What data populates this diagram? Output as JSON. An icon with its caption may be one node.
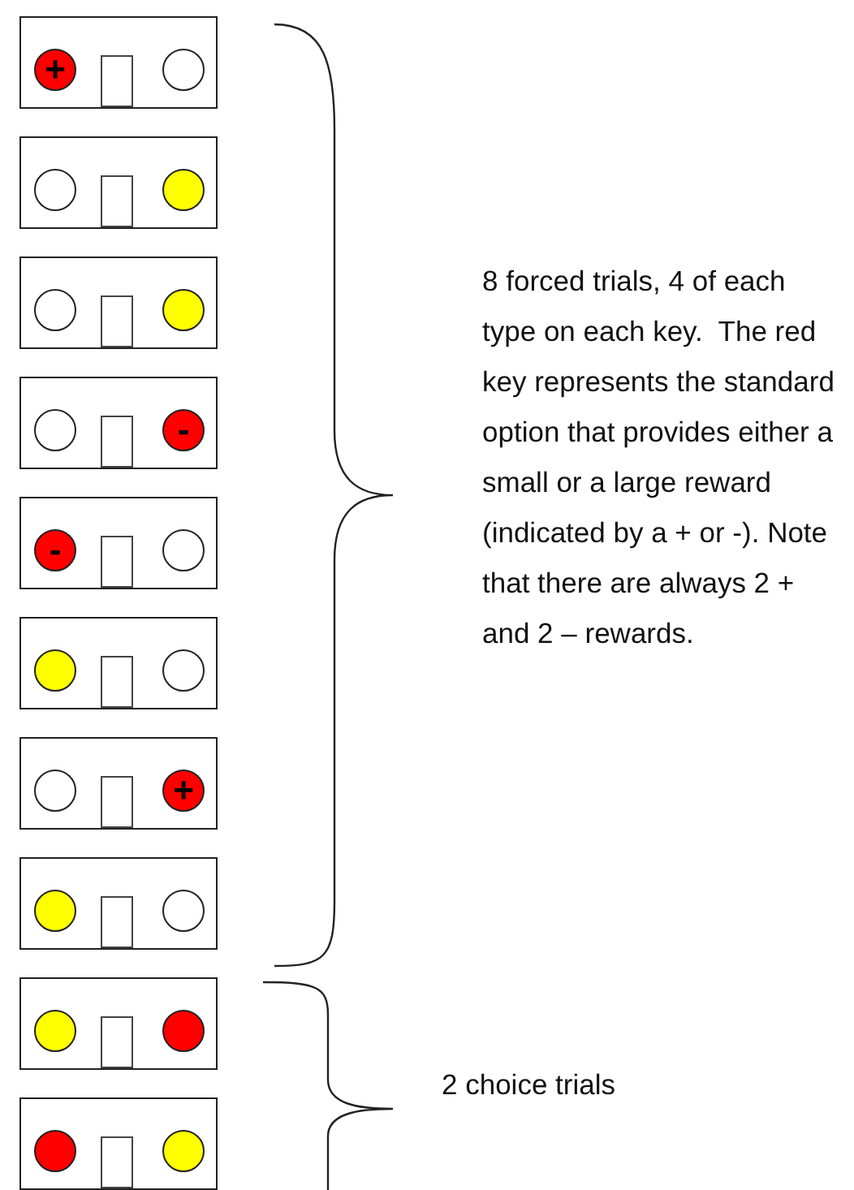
{
  "diagram": {
    "nodes": [
      {
        "text": [],
        "shape": "box"
      },
      {
        "text": [
          "+"
        ],
        "in": 0
      },
      {
        "text": [],
        "shape": "bar",
        "in": 0
      },
      {
        "text": [],
        "shape": "circle",
        "in": 0
      },
      {
        "text": [],
        "shape": "box"
      },
      {
        "text": [],
        "shape": "circle",
        "in": 4
      },
      {
        "text": [],
        "shape": "bar",
        "in": 4
      },
      {
        "text": [],
        "shape": "circle",
        "in": 4
      },
      {
        "text": [],
        "shape": "box"
      },
      {
        "text": [],
        "shape": "circle",
        "in": 8
      },
      {
        "text": [],
        "shape": "bar",
        "in": 8
      },
      {
        "text": [],
        "shape": "circle",
        "in": 8
      },
      {
        "text": [],
        "shape": "box"
      },
      {
        "text": [],
        "shape": "circle",
        "in": 12
      },
      {
        "text": [],
        "shape": "bar",
        "in": 12
      },
      {
        "text": [
          "-"
        ],
        "in": 12
      },
      {
        "text": [],
        "shape": "box"
      },
      {
        "text": [
          "-"
        ],
        "in": 16
      },
      {
        "text": [],
        "shape": "bar",
        "in": 16
      },
      {
        "text": [],
        "shape": "circle",
        "in": 16
      },
      {
        "text": [],
        "shape": "box"
      },
      {
        "text": [],
        "shape": "circle",
        "in": 20
      },
      {
        "text": [],
        "shape": "bar",
        "in": 20
      },
      {
        "text": [],
        "shape": "circle",
        "in": 20
      },
      {
        "text": [],
        "shape": "box"
      },
      {
        "text": [],
        "shape": "circle",
        "in": 24
      },
      {
        "text": [],
        "shape": "bar",
        "in": 24
      },
      {
        "text": [
          "+"
        ],
        "in": 24
      },
      {
        "text": [],
        "shape": "box"
      },
      {
        "text": [],
        "shape": "circle",
        "in": 28
      },
      {
        "text": [],
        "shape": "bar",
        "in": 28
      },
      {
        "text": [],
        "shape": "circle",
        "in": 28
      },
      {
        "text": [],
        "shape": "box"
      },
      {
        "text": [],
        "shape": "circle",
        "in": 32
      },
      {
        "text": [],
        "shape": "bar",
        "in": 32
      },
      {
        "text": [],
        "shape": "circle",
        "in": 32
      },
      {
        "text": [],
        "shape": "box"
      },
      {
        "text": [],
        "shape": "circle",
        "in": 36
      },
      {
        "text": [],
        "shape": "bar",
        "in": 36
      },
      {
        "text": [],
        "shape": "circle",
        "in": 36
      }
    ],
    "labels": [
      "8 forced trials, 4 of each type on each key.  The red key represents the standard option that provides either a small or a large reward (indicated by a + or -). Note that there are always 2 + and 2 – rewards.",
      "2 choice trials"
    ]
  }
}
